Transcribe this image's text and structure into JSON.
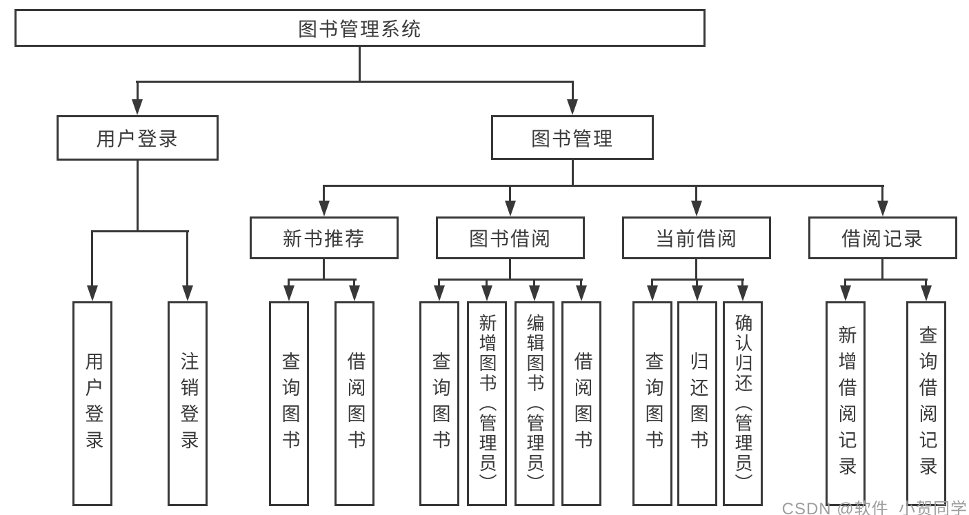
{
  "diagram": {
    "root": {
      "label": "图书管理系统"
    },
    "level1": {
      "user_login": {
        "label": "用户登录"
      },
      "book_mgmt": {
        "label": "图书管理"
      }
    },
    "user_login_children": {
      "login": {
        "label": "用户登录"
      },
      "logout": {
        "label": "注销登录"
      }
    },
    "book_mgmt_children": {
      "new_books": {
        "label": "新书推荐"
      },
      "book_borrow": {
        "label": "图书借阅"
      },
      "current_borrow": {
        "label": "当前借阅"
      },
      "borrow_records": {
        "label": "借阅记录"
      }
    },
    "new_books_children": {
      "query": {
        "label": "查询图书"
      },
      "borrow": {
        "label": "借阅图书"
      }
    },
    "book_borrow_children": {
      "query": {
        "label": "查询图书"
      },
      "add": {
        "label": "新增图书（管理员）"
      },
      "edit": {
        "label": "编辑图书（管理员）"
      },
      "borrow": {
        "label": "借阅图书"
      }
    },
    "current_borrow_children": {
      "query": {
        "label": "查询图书"
      },
      "return": {
        "label": "归还图书"
      },
      "confirm": {
        "label": "确认归还（管理员）"
      }
    },
    "borrow_records_children": {
      "add": {
        "label": "新增借阅记录"
      },
      "query": {
        "label": "查询借阅记录"
      }
    }
  },
  "watermark": {
    "text": "CSDN @软件_小贺同学"
  },
  "colors": {
    "line": "#383838",
    "text": "#3a3a3a",
    "box_fill": "#ffffff",
    "watermark": "#9e9e9e",
    "background": "#ffffff"
  }
}
